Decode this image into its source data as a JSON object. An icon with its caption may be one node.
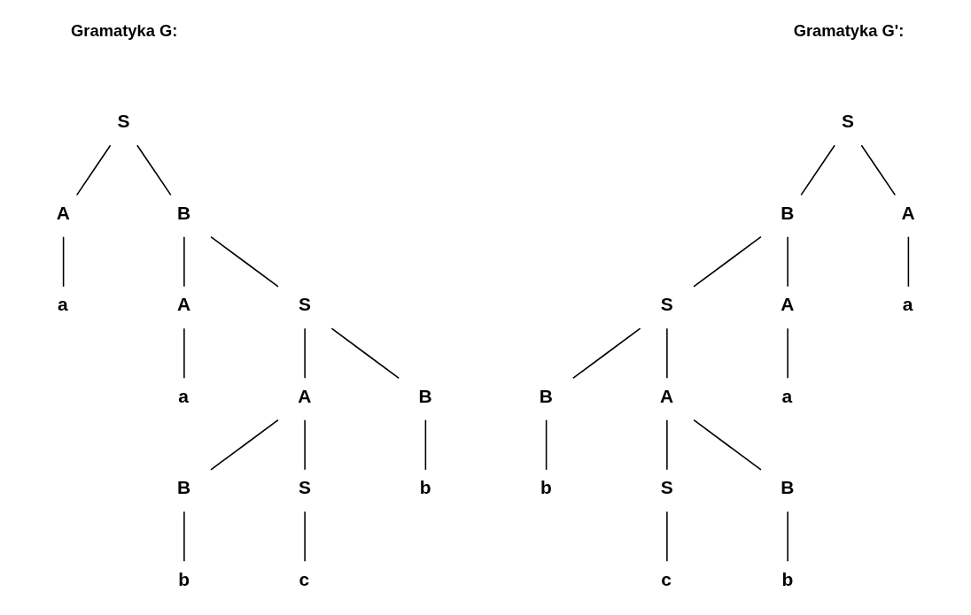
{
  "diagram": {
    "nodes": [
      {
        "text": [
          "S"
        ]
      },
      {
        "text": [
          "A"
        ]
      },
      {
        "text": [
          "B"
        ]
      },
      {
        "text": [
          "a"
        ]
      },
      {
        "text": [
          "A"
        ]
      },
      {
        "text": [
          "S"
        ]
      },
      {
        "text": [
          "a"
        ]
      },
      {
        "text": [
          "A"
        ]
      },
      {
        "text": [
          "B"
        ]
      },
      {
        "text": [
          "B"
        ]
      },
      {
        "text": [
          "S"
        ]
      },
      {
        "text": [
          "b"
        ]
      },
      {
        "text": [
          "b"
        ]
      },
      {
        "text": [
          "c"
        ]
      },
      {
        "text": [
          "S"
        ]
      },
      {
        "text": [
          "B"
        ]
      },
      {
        "text": [
          "A"
        ]
      },
      {
        "text": [
          "S"
        ]
      },
      {
        "text": [
          "A"
        ]
      },
      {
        "text": [
          "a"
        ]
      },
      {
        "text": [
          "B"
        ]
      },
      {
        "text": [
          "A"
        ]
      },
      {
        "text": [
          "a"
        ]
      },
      {
        "text": [
          "b"
        ]
      },
      {
        "text": [
          "S"
        ]
      },
      {
        "text": [
          "B"
        ]
      },
      {
        "text": [
          "c"
        ]
      },
      {
        "text": [
          "b"
        ]
      }
    ],
    "edges": [
      {
        "from": 0,
        "to": 1,
        "arrow": "none"
      },
      {
        "from": 0,
        "to": 2,
        "arrow": "none"
      },
      {
        "from": 1,
        "to": 3,
        "arrow": "none"
      },
      {
        "from": 2,
        "to": 4,
        "arrow": "none"
      },
      {
        "from": 2,
        "to": 5,
        "arrow": "none"
      },
      {
        "from": 4,
        "to": 6,
        "arrow": "none"
      },
      {
        "from": 5,
        "to": 7,
        "arrow": "none"
      },
      {
        "from": 5,
        "to": 8,
        "arrow": "none"
      },
      {
        "from": 7,
        "to": 9,
        "arrow": "none"
      },
      {
        "from": 7,
        "to": 10,
        "arrow": "none"
      },
      {
        "from": 8,
        "to": 11,
        "arrow": "none"
      },
      {
        "from": 9,
        "to": 12,
        "arrow": "none"
      },
      {
        "from": 10,
        "to": 13,
        "arrow": "none"
      },
      {
        "from": 14,
        "to": 15,
        "arrow": "none"
      },
      {
        "from": 14,
        "to": 16,
        "arrow": "none"
      },
      {
        "from": 15,
        "to": 17,
        "arrow": "none"
      },
      {
        "from": 15,
        "to": 18,
        "arrow": "none"
      },
      {
        "from": 16,
        "to": 19,
        "arrow": "none"
      },
      {
        "from": 17,
        "to": 20,
        "arrow": "none"
      },
      {
        "from": 17,
        "to": 21,
        "arrow": "none"
      },
      {
        "from": 18,
        "to": 22,
        "arrow": "none"
      },
      {
        "from": 20,
        "to": 23,
        "arrow": "none"
      },
      {
        "from": 21,
        "to": 24,
        "arrow": "none"
      },
      {
        "from": 21,
        "to": 25,
        "arrow": "none"
      },
      {
        "from": 24,
        "to": 26,
        "arrow": "none"
      },
      {
        "from": 25,
        "to": 27,
        "arrow": "none"
      }
    ],
    "labels": [
      "Gramatyka G:",
      "Gramatyka G':"
    ]
  }
}
